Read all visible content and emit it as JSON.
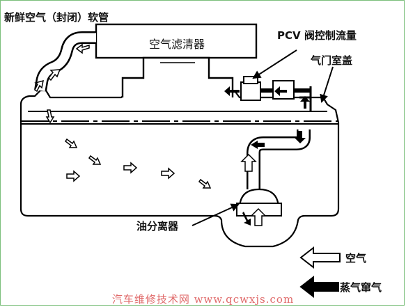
{
  "labels": {
    "fresh_air_hose": "新鲜空气（封闭）软管",
    "air_cleaner": "空气滤清器",
    "pcv_valve": "PCV 阀控制流量",
    "valve_cover": "气门室盖",
    "oil_separator": "油分离器"
  },
  "legend": {
    "air": "空气",
    "blowby": "蒸气窜气"
  },
  "watermark": "汽车维修技术网 www.qcwxjs.com"
}
